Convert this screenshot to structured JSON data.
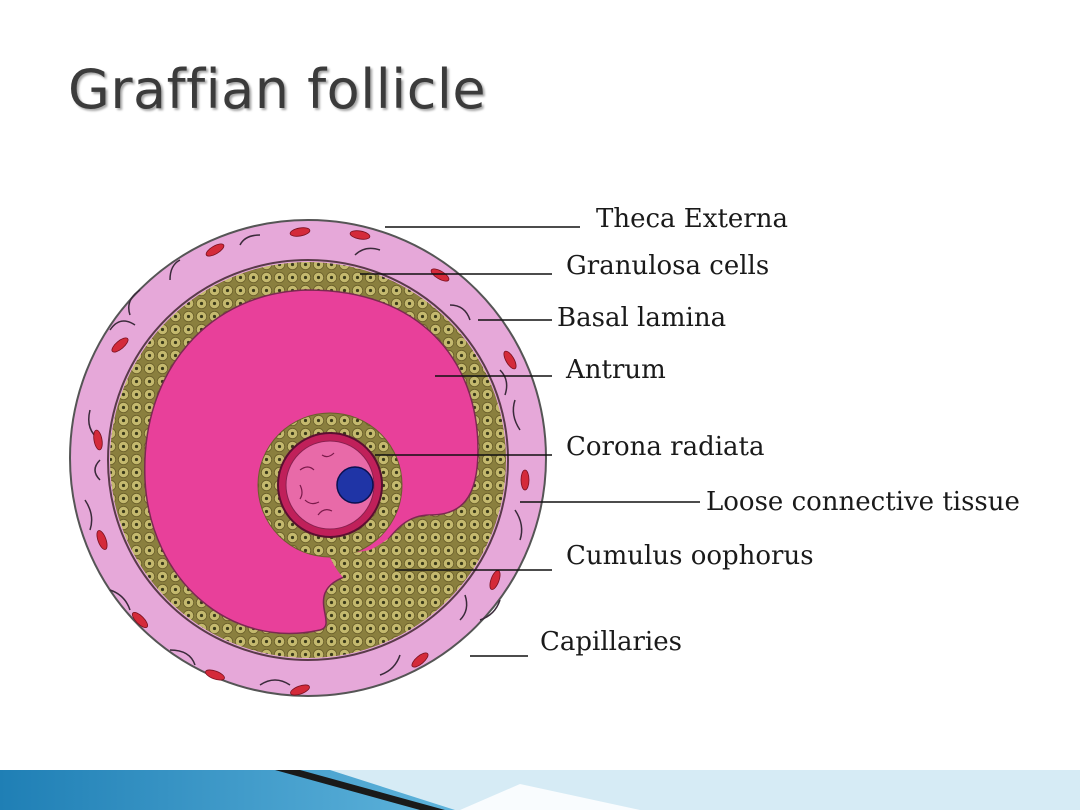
{
  "slide": {
    "title": "Graffian follicle"
  },
  "diagram": {
    "labels": [
      "Theca Externa",
      "Granulosa cells",
      "Basal lamina",
      "Antrum",
      "Corona radiata",
      "Loose connective tissue",
      "Cumulus oophorus",
      "Capillaries"
    ]
  },
  "colors": {
    "theca": "#e6a8d9",
    "granulosa": "#a59a5a",
    "antrum": "#e8409a",
    "oocyte": "#e86aa8",
    "nucleus": "#1f34a6",
    "capillary": "#d42a3a",
    "title": "#3b3b3b",
    "footer_blue": "#2a8fc0",
    "footer_light": "#cfe7f3"
  }
}
